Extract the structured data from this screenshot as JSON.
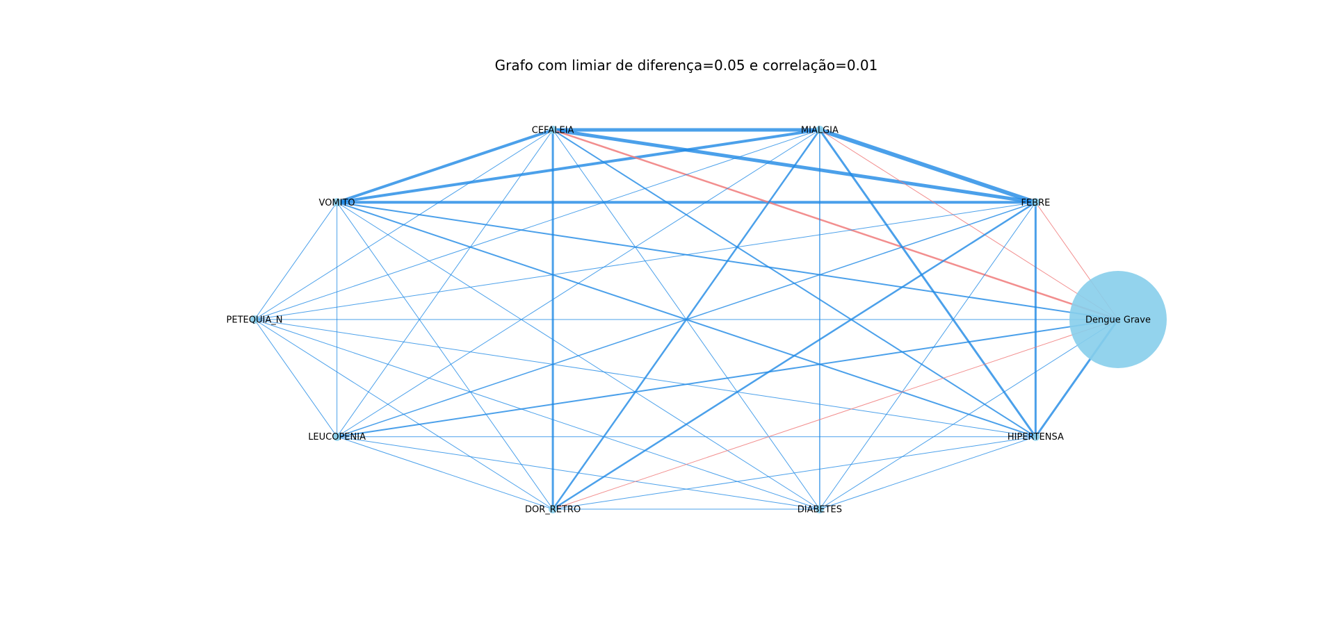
{
  "figure": {
    "title": "Grafo com limiar de diferença=0.05 e correlação=0.01"
  },
  "colors": {
    "positive_edge": "#1e88e5",
    "negative_edge": "#f07a7a",
    "node_fill": "#87ceeb"
  },
  "chart_data": {
    "type": "network",
    "layout": "circular",
    "title": "Grafo com limiar de diferença=0.05 e correlação=0.01",
    "nodes": [
      {
        "id": "Dengue Grave",
        "label": "Dengue Grave",
        "size": "large"
      },
      {
        "id": "FEBRE",
        "label": "FEBRE",
        "size": "small"
      },
      {
        "id": "MIALGIA",
        "label": "MIALGIA",
        "size": "small"
      },
      {
        "id": "CEFALEIA",
        "label": "CEFALEIA",
        "size": "small"
      },
      {
        "id": "VOMITO",
        "label": "VOMITO",
        "size": "small"
      },
      {
        "id": "PETEQUIA_N",
        "label": "PETEQUIA_N",
        "size": "small"
      },
      {
        "id": "LEUCOPENIA",
        "label": "LEUCOPENIA",
        "size": "small"
      },
      {
        "id": "DOR_RETRO",
        "label": "DOR_RETRO",
        "size": "small"
      },
      {
        "id": "DIABETES",
        "label": "DIABETES",
        "size": "small"
      },
      {
        "id": "HIPERTENSA",
        "label": "HIPERTENSA",
        "size": "small"
      }
    ],
    "edges": [
      {
        "source": "CEFALEIA",
        "target": "MIALGIA",
        "weight": 5,
        "sign": "positive"
      },
      {
        "source": "CEFALEIA",
        "target": "FEBRE",
        "weight": 5,
        "sign": "positive"
      },
      {
        "source": "MIALGIA",
        "target": "FEBRE",
        "weight": 6,
        "sign": "positive"
      },
      {
        "source": "CEFALEIA",
        "target": "VOMITO",
        "weight": 4,
        "sign": "positive"
      },
      {
        "source": "MIALGIA",
        "target": "VOMITO",
        "weight": 4,
        "sign": "positive"
      },
      {
        "source": "VOMITO",
        "target": "FEBRE",
        "weight": 4,
        "sign": "positive"
      },
      {
        "source": "CEFALEIA",
        "target": "DOR_RETRO",
        "weight": 3,
        "sign": "positive"
      },
      {
        "source": "CEFALEIA",
        "target": "Dengue Grave",
        "weight": 2.5,
        "sign": "negative"
      },
      {
        "source": "CEFALEIA",
        "target": "PETEQUIA_N",
        "weight": 1,
        "sign": "positive"
      },
      {
        "source": "CEFALEIA",
        "target": "LEUCOPENIA",
        "weight": 1,
        "sign": "positive"
      },
      {
        "source": "CEFALEIA",
        "target": "DIABETES",
        "weight": 1,
        "sign": "positive"
      },
      {
        "source": "CEFALEIA",
        "target": "HIPERTENSA",
        "weight": 2,
        "sign": "positive"
      },
      {
        "source": "MIALGIA",
        "target": "DIABETES",
        "weight": 1.5,
        "sign": "positive"
      },
      {
        "source": "MIALGIA",
        "target": "DOR_RETRO",
        "weight": 2.5,
        "sign": "positive"
      },
      {
        "source": "MIALGIA",
        "target": "HIPERTENSA",
        "weight": 3,
        "sign": "positive"
      },
      {
        "source": "MIALGIA",
        "target": "LEUCOPENIA",
        "weight": 1,
        "sign": "positive"
      },
      {
        "source": "MIALGIA",
        "target": "PETEQUIA_N",
        "weight": 1,
        "sign": "positive"
      },
      {
        "source": "MIALGIA",
        "target": "Dengue Grave",
        "weight": 1,
        "sign": "negative"
      },
      {
        "source": "FEBRE",
        "target": "HIPERTENSA",
        "weight": 3,
        "sign": "positive"
      },
      {
        "source": "FEBRE",
        "target": "DOR_RETRO",
        "weight": 2.5,
        "sign": "positive"
      },
      {
        "source": "FEBRE",
        "target": "LEUCOPENIA",
        "weight": 1.5,
        "sign": "positive"
      },
      {
        "source": "FEBRE",
        "target": "PETEQUIA_N",
        "weight": 1,
        "sign": "positive"
      },
      {
        "source": "FEBRE",
        "target": "DIABETES",
        "weight": 1,
        "sign": "positive"
      },
      {
        "source": "FEBRE",
        "target": "Dengue Grave",
        "weight": 1,
        "sign": "negative"
      },
      {
        "source": "VOMITO",
        "target": "Dengue Grave",
        "weight": 2,
        "sign": "positive"
      },
      {
        "source": "VOMITO",
        "target": "HIPERTENSA",
        "weight": 2,
        "sign": "positive"
      },
      {
        "source": "VOMITO",
        "target": "LEUCOPENIA",
        "weight": 1,
        "sign": "positive"
      },
      {
        "source": "VOMITO",
        "target": "PETEQUIA_N",
        "weight": 1,
        "sign": "positive"
      },
      {
        "source": "VOMITO",
        "target": "DOR_RETRO",
        "weight": 1,
        "sign": "positive"
      },
      {
        "source": "VOMITO",
        "target": "DIABETES",
        "weight": 1,
        "sign": "positive"
      },
      {
        "source": "PETEQUIA_N",
        "target": "Dengue Grave",
        "weight": 1,
        "sign": "positive"
      },
      {
        "source": "PETEQUIA_N",
        "target": "HIPERTENSA",
        "weight": 1,
        "sign": "positive"
      },
      {
        "source": "PETEQUIA_N",
        "target": "LEUCOPENIA",
        "weight": 1,
        "sign": "positive"
      },
      {
        "source": "PETEQUIA_N",
        "target": "DOR_RETRO",
        "weight": 1,
        "sign": "positive"
      },
      {
        "source": "PETEQUIA_N",
        "target": "DIABETES",
        "weight": 1,
        "sign": "positive"
      },
      {
        "source": "LEUCOPENIA",
        "target": "Dengue Grave",
        "weight": 2,
        "sign": "positive"
      },
      {
        "source": "LEUCOPENIA",
        "target": "HIPERTENSA",
        "weight": 1,
        "sign": "positive"
      },
      {
        "source": "LEUCOPENIA",
        "target": "DOR_RETRO",
        "weight": 1,
        "sign": "positive"
      },
      {
        "source": "LEUCOPENIA",
        "target": "DIABETES",
        "weight": 1,
        "sign": "positive"
      },
      {
        "source": "DOR_RETRO",
        "target": "Dengue Grave",
        "weight": 1,
        "sign": "negative"
      },
      {
        "source": "DOR_RETRO",
        "target": "DIABETES",
        "weight": 1,
        "sign": "positive"
      },
      {
        "source": "DOR_RETRO",
        "target": "HIPERTENSA",
        "weight": 1,
        "sign": "positive"
      },
      {
        "source": "DIABETES",
        "target": "Dengue Grave",
        "weight": 1,
        "sign": "positive"
      },
      {
        "source": "DIABETES",
        "target": "HIPERTENSA",
        "weight": 1,
        "sign": "positive"
      },
      {
        "source": "HIPERTENSA",
        "target": "Dengue Grave",
        "weight": 3,
        "sign": "positive"
      }
    ]
  }
}
